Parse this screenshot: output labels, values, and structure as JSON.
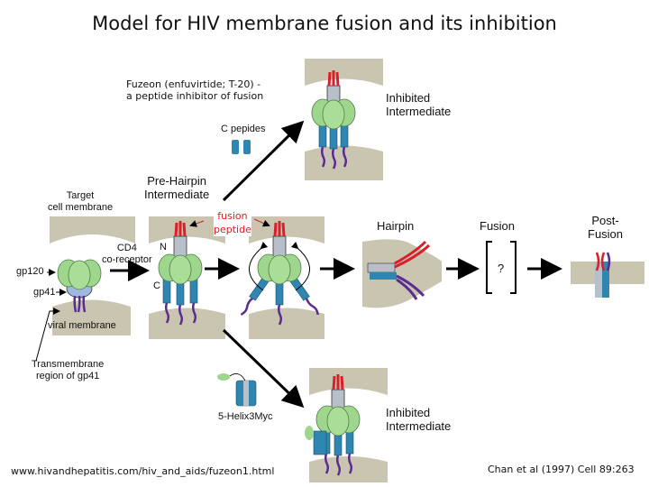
{
  "title": "Model for HIV membrane fusion and its inhibition",
  "labels": {
    "fuzeon_line1": "Fuzeon (enfuvirtide; T-20) -",
    "fuzeon_line2": "a peptide inhibitor of fusion",
    "c_peptides": "C pepides",
    "inhibited_top_1": "Inhibited",
    "inhibited_top_2": "Intermediate",
    "prehairpin_1": "Pre-Hairpin",
    "prehairpin_2": "Intermediate",
    "target_1": "Target",
    "target_2": "cell membrane",
    "cd4_1": "CD4",
    "cd4_2": "co-receptor",
    "gp120": "gp120",
    "gp41": "gp41",
    "viral_membrane": "viral membrane",
    "n_terminus": "N",
    "c_terminus": "C",
    "fusion_peptide_1": "fusion",
    "fusion_peptide_2": "peptide",
    "hairpin": "Hairpin",
    "fusion": "Fusion",
    "unknown": "?",
    "postfusion_1": "Post-",
    "postfusion_2": "Fusion",
    "tm_1": "Transmembrane",
    "tm_2": "region of gp41",
    "five_helix": "5-Helix3Myc",
    "inhibited_bottom_1": "Inhibited",
    "inhibited_bottom_2": "Intermediate"
  },
  "footer": {
    "source_url": "www.hivandhepatitis.com/hiv_and_aids/fuzeon1.html",
    "citation": "Chan et al (1997) Cell 89:263"
  },
  "colors": {
    "membrane": "#c9c5b1",
    "gp120": "#9fd68e",
    "helix_blue": "#2f86b0",
    "helix_gray": "#b7bfc8",
    "fusion_peptide": "#d8202a",
    "transmembrane": "#5b2c8f"
  }
}
